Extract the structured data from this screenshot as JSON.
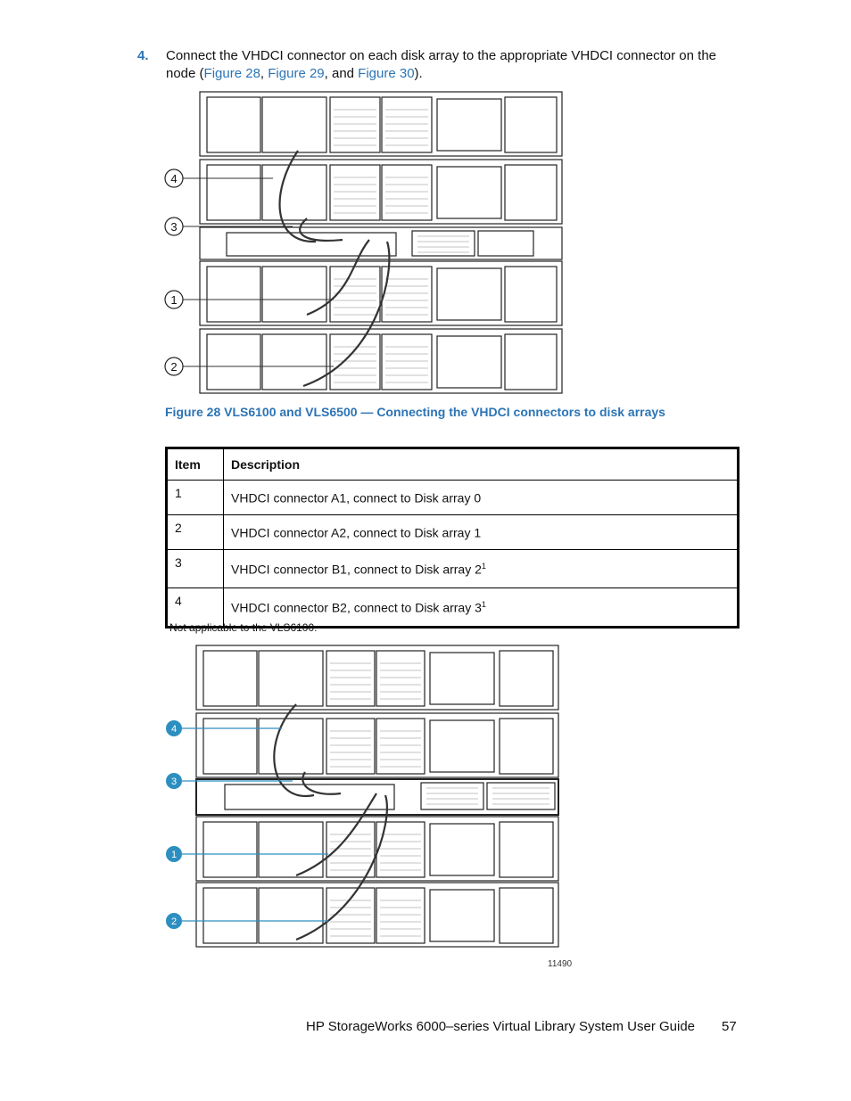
{
  "step": {
    "number": "4.",
    "text_before": "Connect the VHDCI connector on each disk array to the appropriate VHDCI connector on the node (",
    "link1": "Figure 28",
    "sep1": ", ",
    "link2": "Figure 29",
    "sep2": ", and ",
    "link3": "Figure 30",
    "text_after": ")."
  },
  "figure1": {
    "callouts": [
      "4",
      "3",
      "1",
      "2"
    ]
  },
  "caption": "Figure 28 VLS6100 and VLS6500 — Connecting the VHDCI connectors to disk arrays",
  "table": {
    "headers": [
      "Item",
      "Description"
    ],
    "rows": [
      {
        "item": "1",
        "desc": "VHDCI connector A1, connect to Disk array 0",
        "sup": ""
      },
      {
        "item": "2",
        "desc": "VHDCI connector A2, connect to Disk array 1",
        "sup": ""
      },
      {
        "item": "3",
        "desc": "VHDCI connector B1, connect to Disk array 2",
        "sup": "1"
      },
      {
        "item": "4",
        "desc": "VHDCI connector B2, connect to Disk array 3",
        "sup": "1"
      }
    ]
  },
  "footnote": {
    "mark": "1",
    "text": "Not applicable to the VLS6100."
  },
  "figure2": {
    "callouts": [
      "4",
      "3",
      "1",
      "2"
    ],
    "id_label": "11490",
    "callout_color": "#2c8fc0"
  },
  "footer": {
    "title": "HP StorageWorks 6000–series Virtual Library System User Guide",
    "page": "57"
  },
  "colors": {
    "accent": "#2c74b5"
  }
}
